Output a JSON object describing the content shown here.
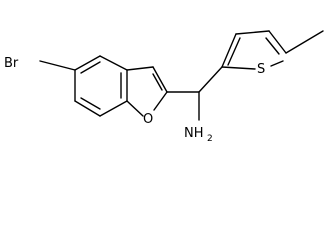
{
  "structure": {
    "atoms": {
      "bromine": "Br",
      "furan_oxygen": "O",
      "thiophene_sulfur": "S",
      "amine_main": "NH",
      "amine_subscript": "2"
    }
  }
}
